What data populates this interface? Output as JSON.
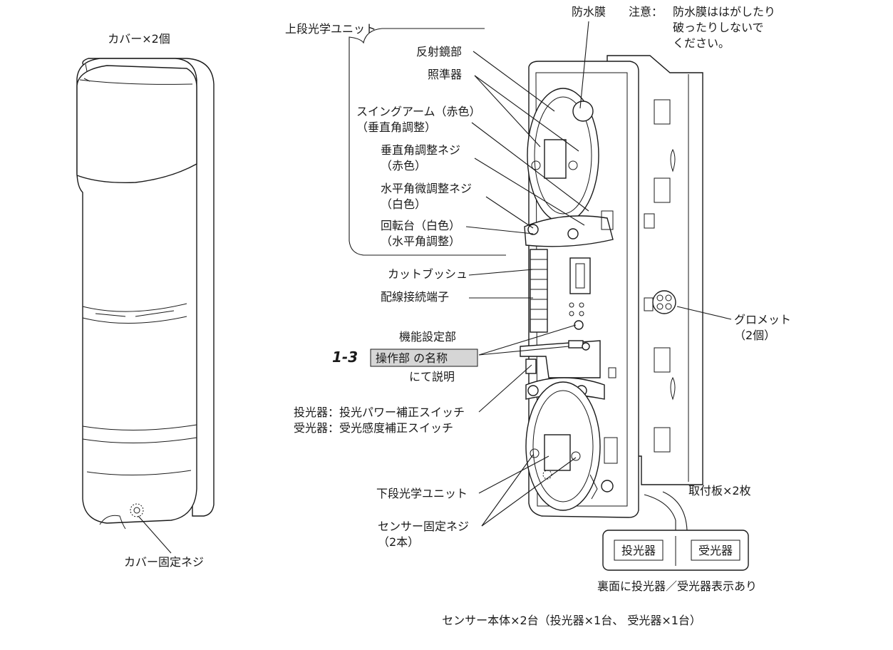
{
  "cover": {
    "title": "カバー×2個",
    "screw_label": "カバー固定ネジ"
  },
  "upper_unit": {
    "title": "上段光学ユニット",
    "parts": [
      {
        "line1": "反射鏡部",
        "line2": ""
      },
      {
        "line1": "照準器",
        "line2": ""
      },
      {
        "line1": "スイングアーム（赤色）",
        "line2": "（垂直角調整）"
      },
      {
        "line1": "垂直角調整ネジ",
        "line2": "（赤色）"
      },
      {
        "line1": "水平角微調整ネジ",
        "line2": "（白色）"
      },
      {
        "line1": "回転台（白色）",
        "line2": "（水平角調整）"
      }
    ]
  },
  "waterproof": {
    "label": "防水膜",
    "note_head": "注意：",
    "note_lines": [
      "防水膜ははがしたり",
      "破ったりしないで",
      "ください。"
    ]
  },
  "body_parts": {
    "cut_bush": "カットブッシュ",
    "terminal": "配線接続端子",
    "function_setting": "機能設定部",
    "ref_number": "1-3",
    "ref_box": "操作部 の名称",
    "ref_suffix": "にて説明",
    "switch_line1": "投光器：投光パワー補正スイッチ",
    "switch_line2": "受光器：受光感度補正スイッチ",
    "lower_unit": "下段光学ユニット",
    "sensor_screw_line1": "センサー固定ネジ",
    "sensor_screw_line2": "（2本）"
  },
  "grommet": {
    "line1": "グロメット",
    "line2": "（2個）"
  },
  "mount_plate": "取付板×2枚",
  "indication": {
    "emitter": "投光器",
    "receiver": "受光器",
    "note": "裏面に投光器／受光器表示あり"
  },
  "caption": "センサー本体×2台（投光器×1台、 受光器×1台）"
}
